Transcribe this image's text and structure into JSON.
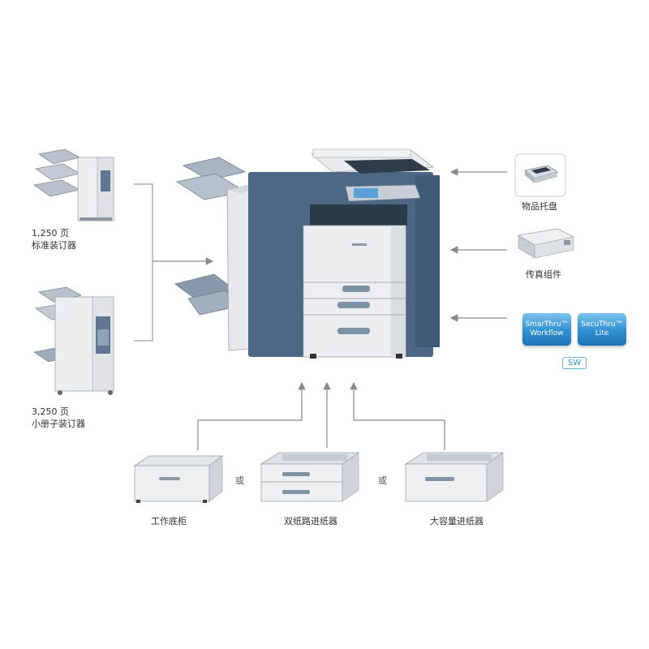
{
  "finishers": {
    "standard": {
      "capacity": "1,250 页",
      "name": "标准装订器"
    },
    "booklet": {
      "capacity": "3,250 页",
      "name": "小册子装订器"
    }
  },
  "right_options": {
    "tray": "物品托盘",
    "fax": "传真组件",
    "software": {
      "smarthru": {
        "line1": "SmarThru™",
        "line2": "Workflow"
      },
      "secuthru": {
        "line1": "SecuThru™",
        "line2": "Lite"
      },
      "tag": "SW"
    }
  },
  "bottom_options": {
    "cabinet": "工作底柜",
    "dual_feeder": "双纸路进纸器",
    "hcf": "大容量进纸器",
    "or1": "或",
    "or2": "或"
  },
  "colors": {
    "line": "#a0a0a0",
    "arrow": "#808080",
    "body_light": "#e8e9eb",
    "body_dark": "#4e6a86",
    "sw_blue": "#2f8fd0"
  }
}
